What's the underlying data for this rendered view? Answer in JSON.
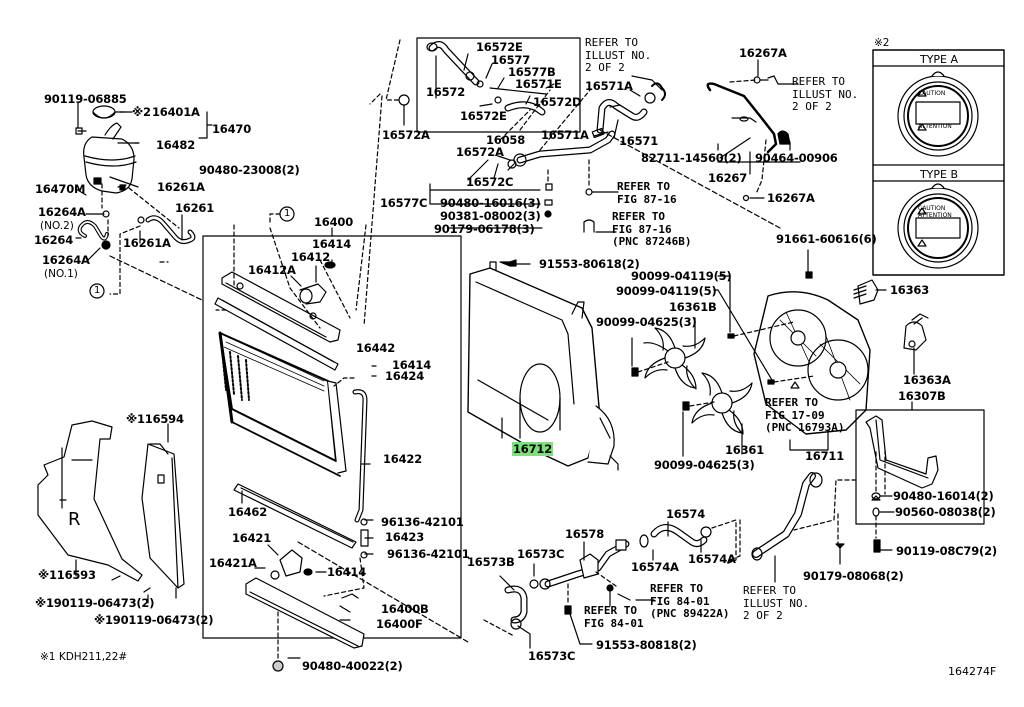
{
  "diagram": {
    "figure_id": "164274F",
    "footnote": "※1 KDH211,22#",
    "highlight_color": "#7fe07a",
    "highlighted_part": "16712",
    "type_panel": {
      "marker": "※2",
      "type_a": "TYPE A",
      "type_b": "TYPE B",
      "cap_a_text": [
        "CAUTION",
        "ATTENTION"
      ],
      "cap_b_text": [
        "CAUTION",
        "ATTENTION"
      ]
    },
    "refer_notes": {
      "illust_2of2_top": "REFER TO\nILLUST NO.\n2 OF 2",
      "illust_2of2_right": "REFER TO\nILLUST NO.\n2 OF 2",
      "illust_2of2_bottom": "REFER TO\nILLUST NO.\n2 OF 2",
      "fig_87_16_a": "REFER TO\nFIG 87-16",
      "fig_87_16_b": "REFER TO\nFIG 87-16\n(PNC 87246B)",
      "fig_17_09": "REFER TO\nFIG 17-09\n(PNC 16793A)",
      "fig_84_01_a": "REFER TO\nFIG 84-01\n(PNC 89422A)",
      "fig_84_01_b": "REFER TO\nFIG 84-01"
    },
    "callouts": {
      "circle_1": "1",
      "mark_2": "※2"
    },
    "parts": {
      "p90119_06885": "90119-06885",
      "p16401A": "16401A",
      "p16470": "16470",
      "p16482": "16482",
      "p16470M": "16470M",
      "p16261A_1": "16261A",
      "p16261": "16261",
      "p16261A_2": "16261A",
      "p16264A_no2": "16264A",
      "no2": "(NO.2)",
      "p16264": "16264",
      "p16264A_no1": "16264A",
      "no1": "(NO.1)",
      "p90480_23008": "90480-23008(2)",
      "p16400": "16400",
      "p16414_a": "16414",
      "p16412": "16412",
      "p16412A": "16412A",
      "p16442": "16442",
      "p16414_b": "16414",
      "p16424": "16424",
      "p16422": "16422",
      "p16462": "16462",
      "p96136_42101_a": "96136-42101",
      "p16423": "16423",
      "p96136_42101_b": "96136-42101",
      "p16421": "16421",
      "p16421A": "16421A",
      "p16414_c": "16414",
      "p16400B": "16400B",
      "p16400F": "16400F",
      "p90480_40022": "90480-40022(2)",
      "p16594": "※116594",
      "p16593": "※116593",
      "p90119_06473_a": "※190119-06473(2)",
      "p90119_06473_b": "※190119-06473(2)",
      "p16572E_a": "16572E",
      "p16577": "16577",
      "p16577B": "16577B",
      "p16572": "16572",
      "p16571E": "16571E",
      "p16572D": "16572D",
      "p16572E_b": "16572E",
      "p16572A_a": "16572A",
      "p16058": "16058",
      "p16571A_a": "16571A",
      "p16572A_b": "16572A",
      "p16572C": "16572C",
      "p16577C": "16577C",
      "p90480_16016": "90480-16016(3)",
      "p90381_08002": "90381-08002(3)",
      "p90179_06178": "90179-06178(3)",
      "p16571A_b": "16571A",
      "p16571": "16571",
      "p16267A_a": "16267A",
      "p82711_14560": "82711-14560(2)",
      "p90464_00906": "90464-00906",
      "p16267": "16267",
      "p16267A_b": "16267A",
      "p91553_80618": "91553-80618(2)",
      "p16712": "16712",
      "p90099_04119_a": "90099-04119(5)",
      "p90099_04119_b": "90099-04119(5)",
      "p16361B": "16361B",
      "p90099_04625_a": "90099-04625(3)",
      "p16361": "16361",
      "p90099_04625_b": "90099-04625(3)",
      "p91661_60616": "91661-60616(6)",
      "p16363": "16363",
      "p16363A": "16363A",
      "p16307B": "16307B",
      "p16711": "16711",
      "p90480_16014": "90480-16014(2)",
      "p90560_08038": "90560-08038(2)",
      "p90119_08C79": "90119-08C79(2)",
      "p90179_08068": "90179-08068(2)",
      "p16574": "16574",
      "p16578": "16578",
      "p16573C_a": "16573C",
      "p16573B": "16573B",
      "p16574A_a": "16574A",
      "p16574A_b": "16574A",
      "p16573C_b": "16573C",
      "p91553_80818": "91553-80818(2)"
    }
  }
}
